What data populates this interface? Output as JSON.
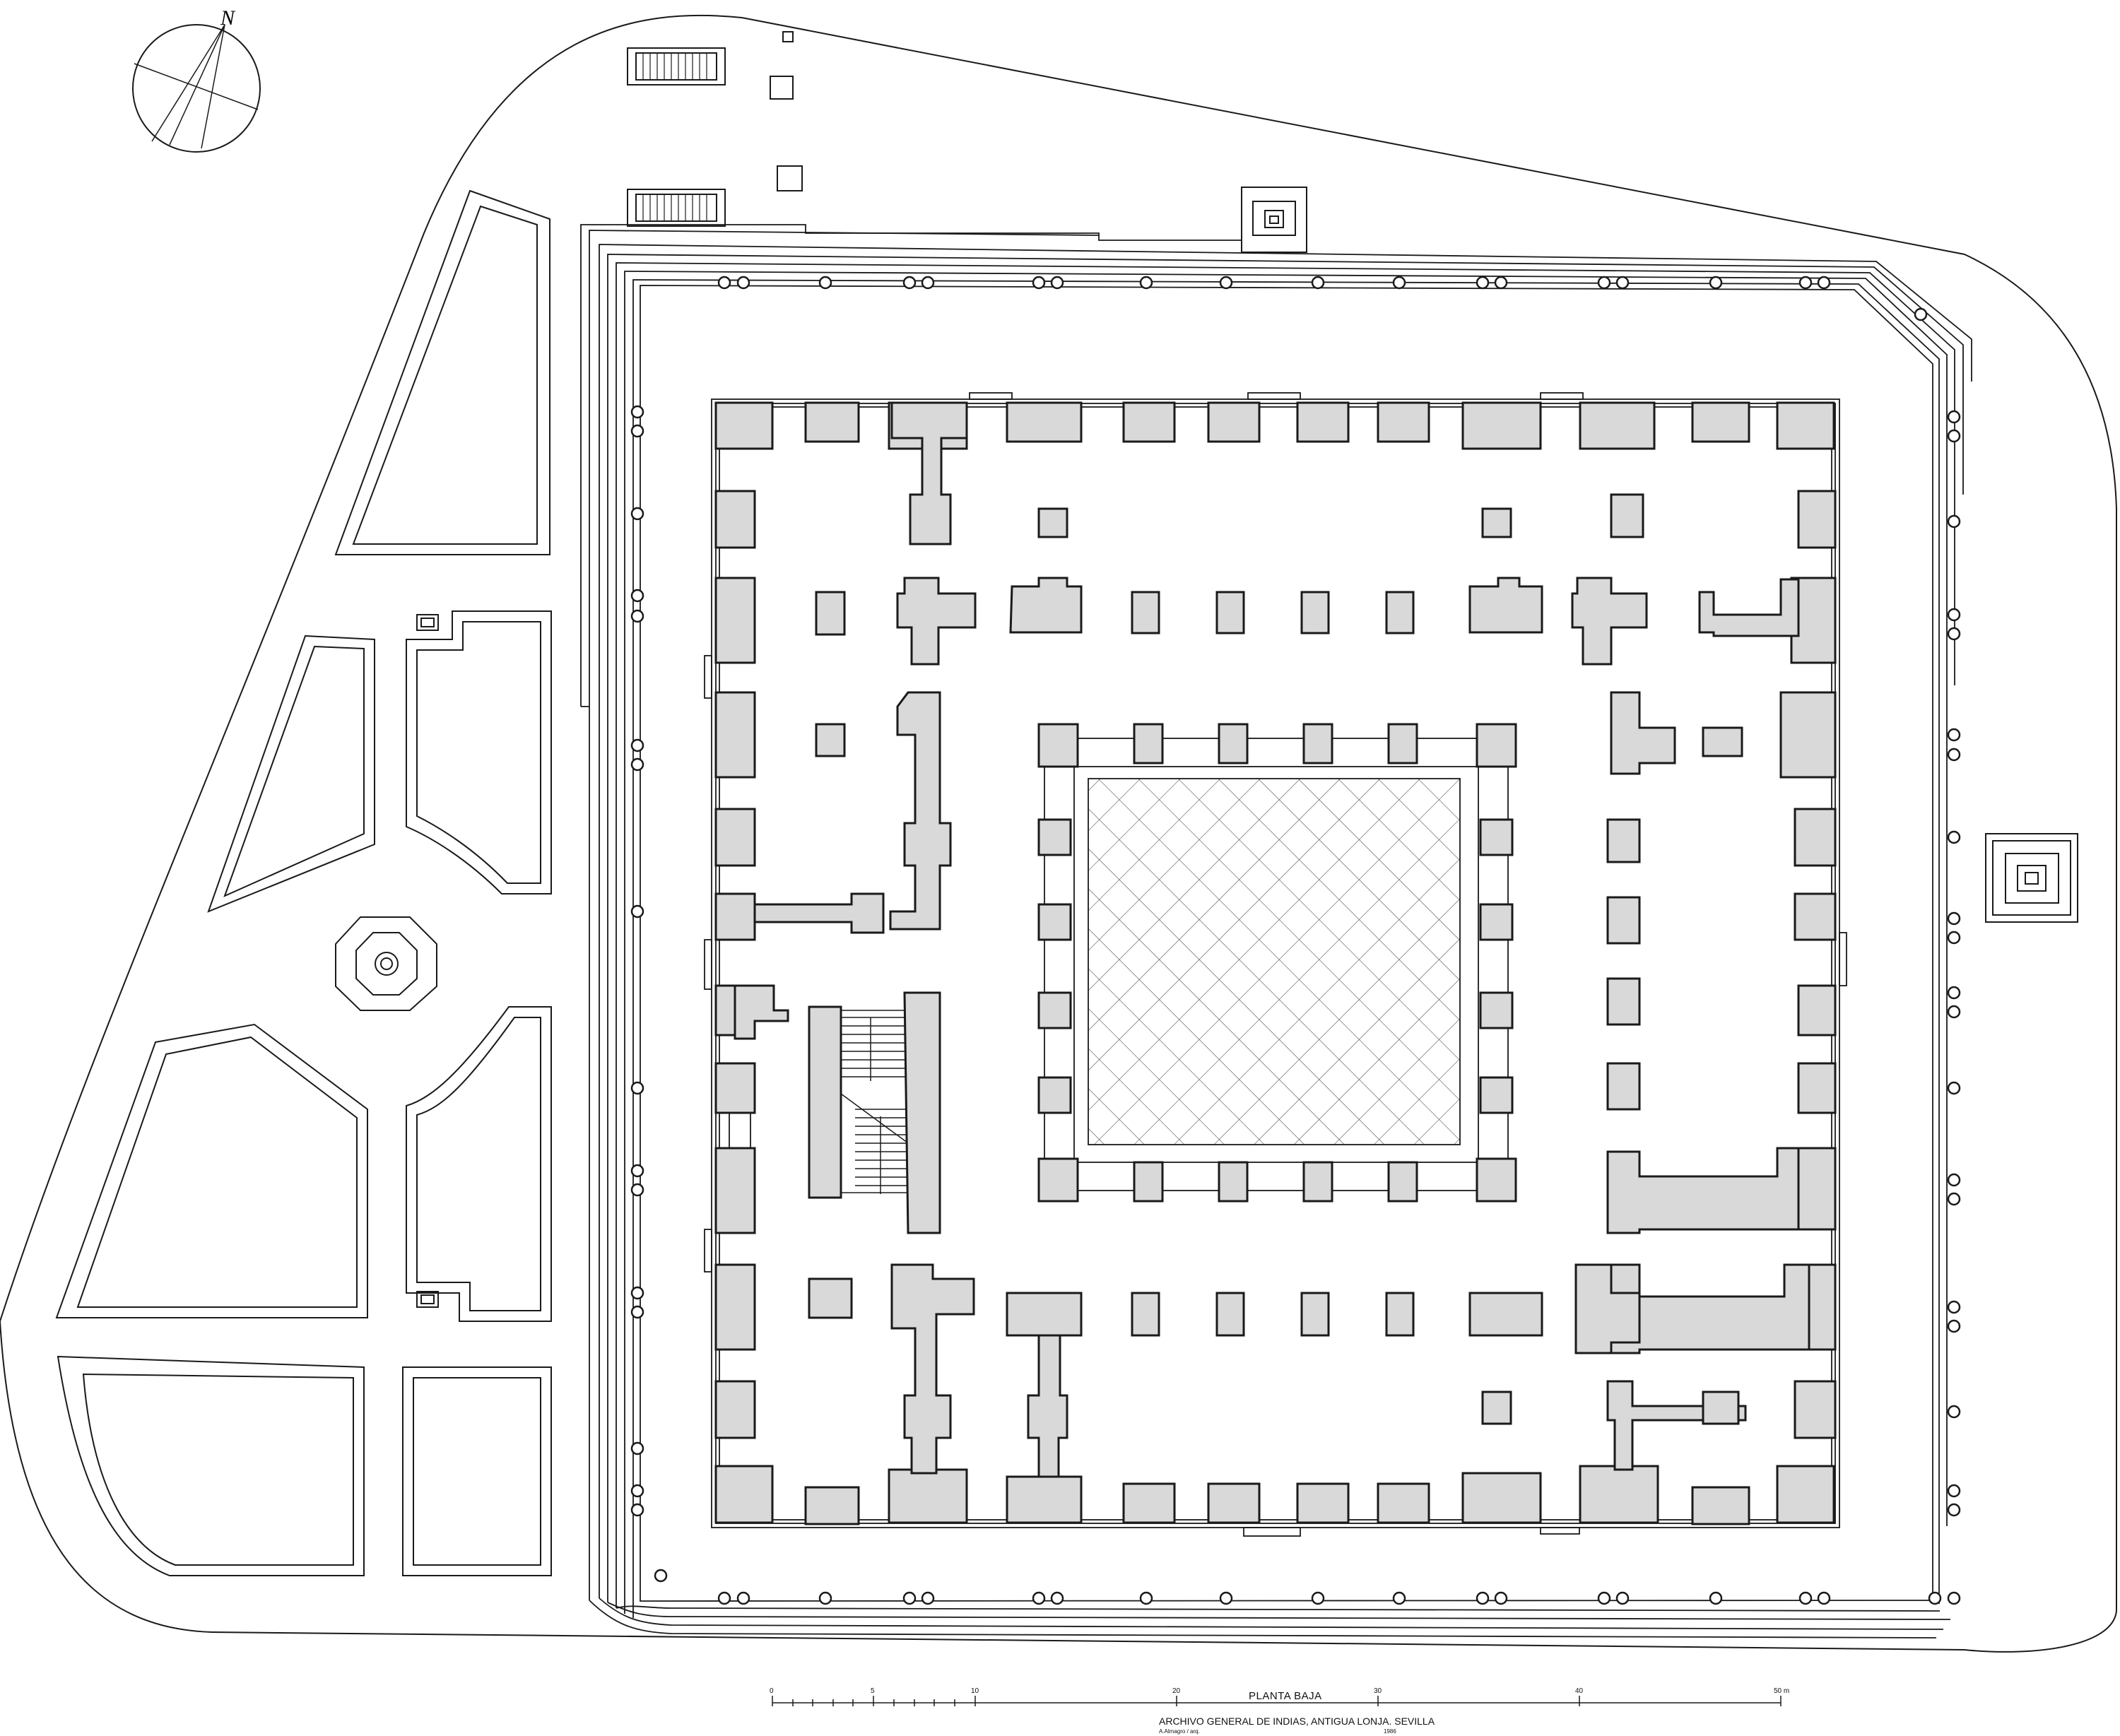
{
  "drawing": {
    "north_label": "N",
    "floor_label": "PLANTA BAJA",
    "title": "ARCHIVO GENERAL DE INDIAS, ANTIGUA LONJA. SEVILLA",
    "author": "A.Almagro / arq.",
    "year": "1986"
  },
  "scale_bar": {
    "ticks": [
      "0",
      "5",
      "10",
      "20",
      "30",
      "40",
      "50 m"
    ]
  },
  "colors": {
    "line": "#1a1a1a",
    "pillar_fill": "#d9d9d9",
    "background": "#ffffff"
  },
  "icons": {
    "north_arrow": "compass-icon",
    "fountain": "octagonal-fountain-icon"
  }
}
